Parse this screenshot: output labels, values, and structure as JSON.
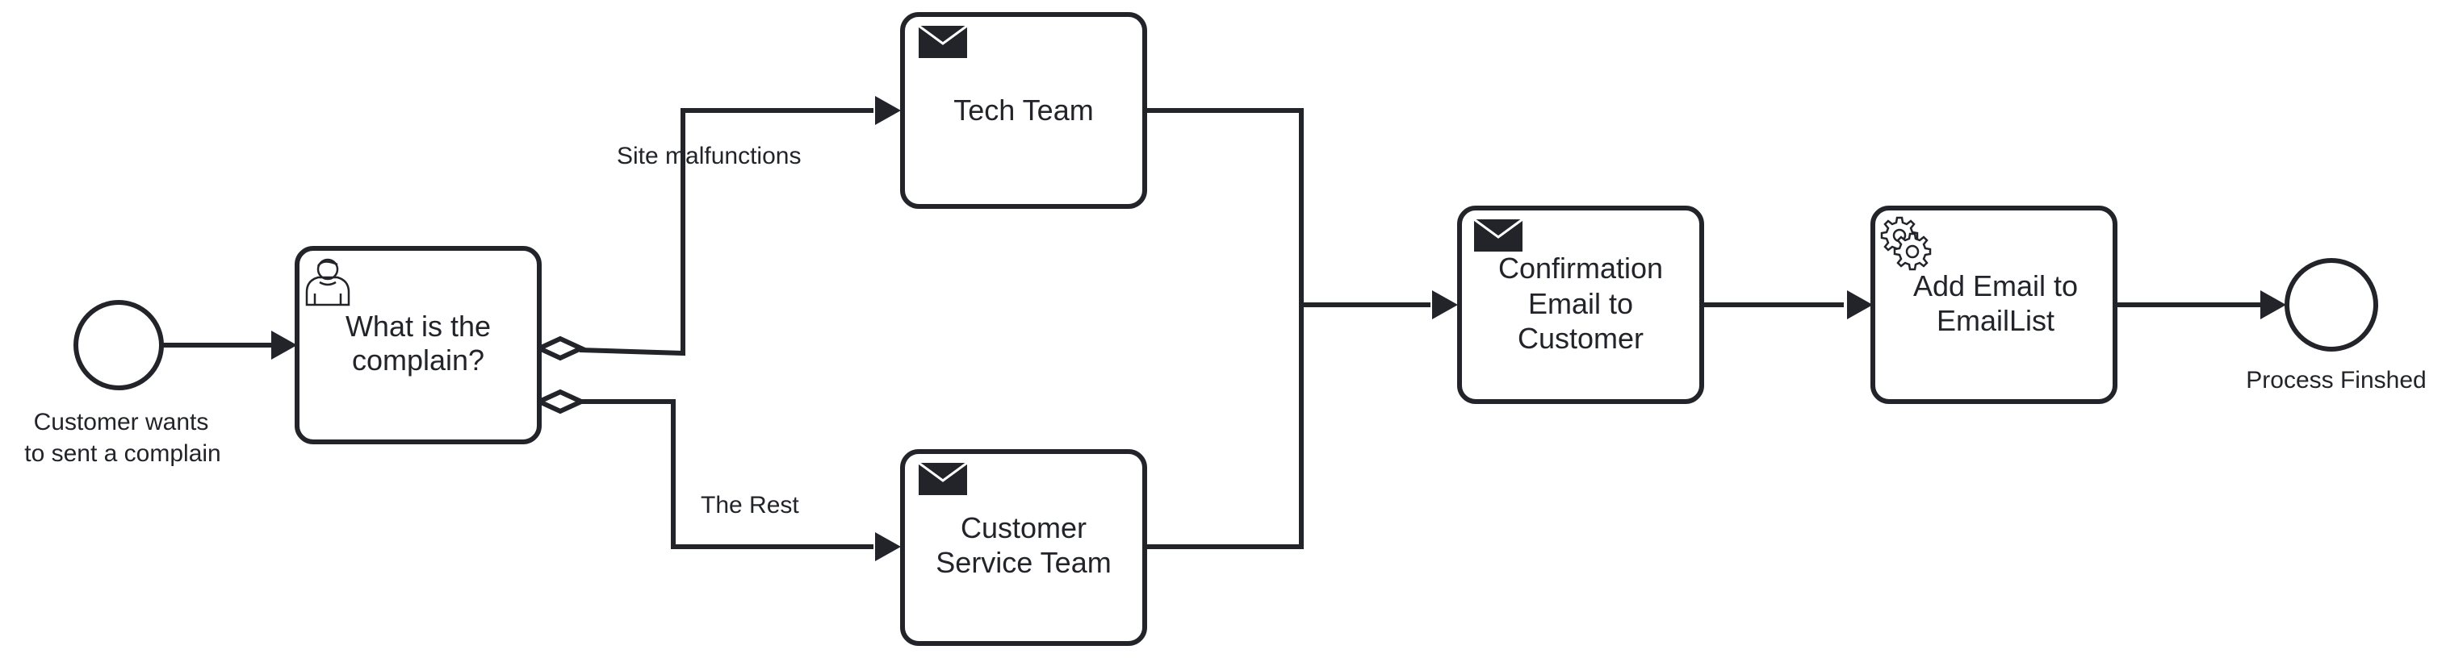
{
  "diagram": {
    "colors": {
      "stroke": "#22242a",
      "fill": "#ffffff",
      "text": "#22242a"
    },
    "start_event": {
      "label_line1": "Customer wants",
      "label_line2": "to sent a complain"
    },
    "end_event": {
      "label": "Process Finshed"
    },
    "tasks": {
      "complain": {
        "icon": "user-icon",
        "line1": "What is the",
        "line2": "complain?"
      },
      "tech": {
        "icon": "envelope-icon",
        "line1": "Tech Team"
      },
      "service": {
        "icon": "envelope-icon",
        "line1": "Customer",
        "line2": "Service Team"
      },
      "confirm": {
        "icon": "envelope-icon",
        "line1": "Confirmation",
        "line2": "Email to",
        "line3": "Customer"
      },
      "addemail": {
        "icon": "gear-icon",
        "line1": "Add Email to",
        "line2": "EmailList"
      }
    },
    "flows": {
      "site_malfunctions": "Site malfunctions",
      "the_rest": "The Rest"
    }
  }
}
